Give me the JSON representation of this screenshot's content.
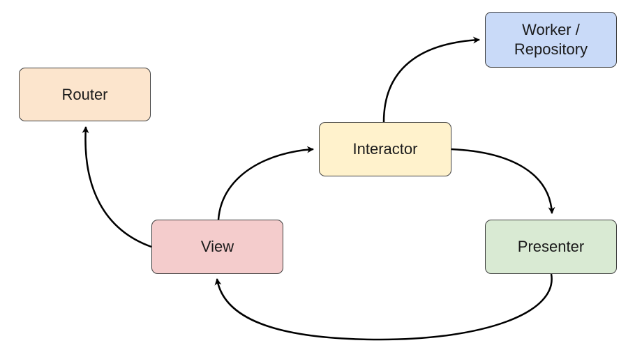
{
  "diagram": {
    "nodes": [
      {
        "id": "router",
        "label": "Router",
        "fill": "#fce5cd"
      },
      {
        "id": "worker",
        "label": "Worker /\nRepository",
        "fill": "#c9daf8"
      },
      {
        "id": "interactor",
        "label": "Interactor",
        "fill": "#fff2cc"
      },
      {
        "id": "view",
        "label": "View",
        "fill": "#f4cccc"
      },
      {
        "id": "presenter",
        "label": "Presenter",
        "fill": "#d9ead3"
      }
    ],
    "edges": [
      {
        "from": "view",
        "to": "router"
      },
      {
        "from": "view",
        "to": "interactor"
      },
      {
        "from": "interactor",
        "to": "worker"
      },
      {
        "from": "interactor",
        "to": "presenter"
      },
      {
        "from": "presenter",
        "to": "view"
      }
    ],
    "stroke_color": "#000000"
  }
}
